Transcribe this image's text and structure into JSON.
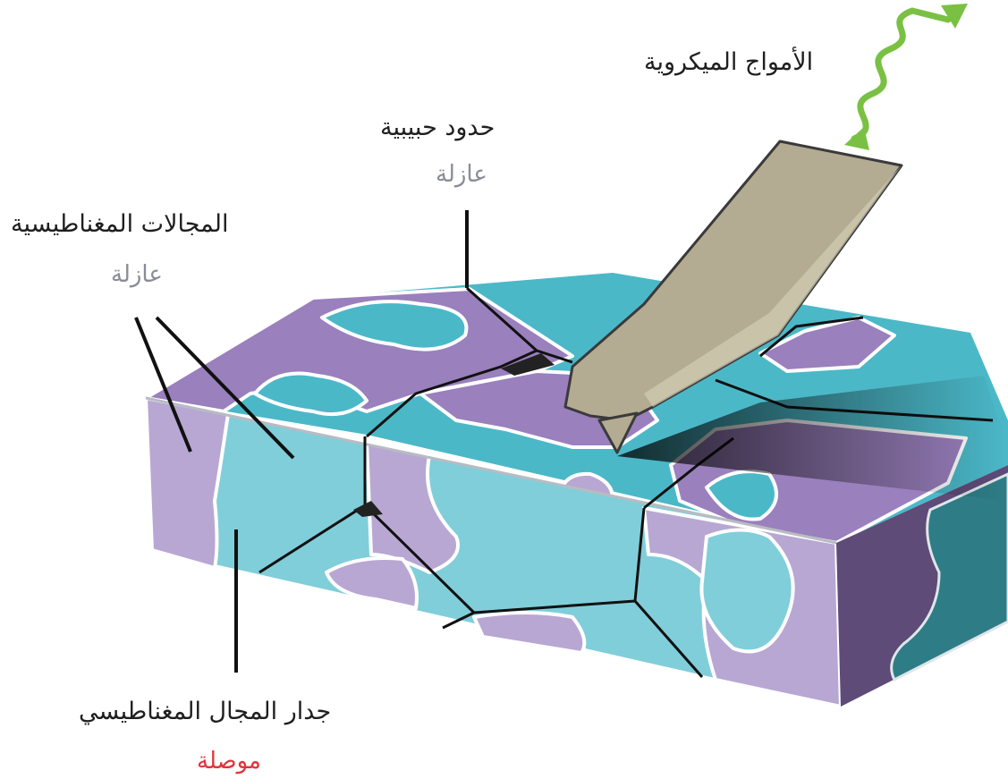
{
  "labels": {
    "microwaves": "الأمواج الميكروية",
    "grain_boundaries": "حدود حبيبية",
    "grain_boundaries_state": "عازلة",
    "magnetic_domains": "المجالات المغناطيسية",
    "magnetic_domains_state": "عازلة",
    "domain_wall": "جدار المجال المغناطيسي",
    "domain_wall_state": "موصلة"
  },
  "colors": {
    "insulating_text": "#8a8c96",
    "conducting_text": "#e0343c",
    "domain_purple": "#9a80bd",
    "domain_cyan": "#4bb8c8",
    "microwave_green": "#7ac143",
    "probe": "#b3ab92"
  }
}
